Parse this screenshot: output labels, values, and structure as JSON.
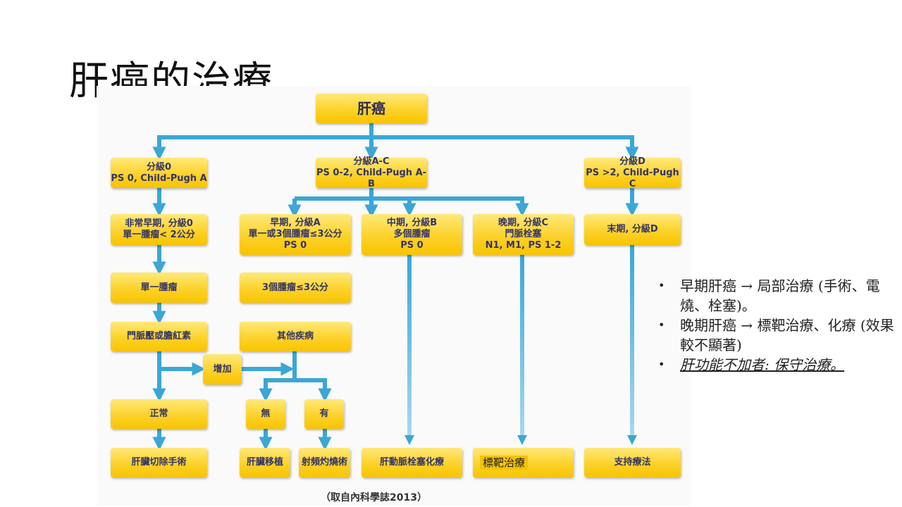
{
  "title": "肝癌的治療",
  "flowchart": {
    "root": "肝癌",
    "stage0": "分級0\nPS 0, Child-Pugh A",
    "stageAC": "分級A-C\nPS 0-2, Child-Pugh A-B",
    "stageD": "分級D\nPS >2, Child-Pugh C",
    "very_early": "非常早期, 分級0\n單一腫瘤< 2公分",
    "early": "早期, 分級A\n單一或3個腫瘤≤3公分\nPS 0",
    "intermediate": "中期, 分級B\n多個腫瘤\nPS 0",
    "advanced": "晚期, 分級C\n門脈栓塞\nN1, M1, PS 1-2",
    "terminal": "末期, 分級D",
    "single_tumor": "單一腫瘤",
    "three_tumors": "3個腫瘤≤3公分",
    "portal_pressure": "門脈壓或膽紅素",
    "other_diseases": "其他疾病",
    "increased": "增加",
    "normal": "正常",
    "no": "無",
    "yes": "有",
    "resection": "肝臟切除手術",
    "transplant": "肝臟移植",
    "rfa": "射頻灼燒術",
    "tace": "肝動脈栓塞化療",
    "targeted": "標靶治療",
    "supportive": "支持療法",
    "source": "（取自內科學誌2013）"
  },
  "notes": [
    "早期肝癌 → 局部治療 (手術、電燒、栓塞)。",
    "晚期肝癌 → 標靶治療、化療 (效果較不顯著)",
    "肝功能不加者: 保守治療。"
  ],
  "colors": {
    "arrow": "#3aa7d6",
    "box": "#fcd22a",
    "box_text": "#333366"
  }
}
